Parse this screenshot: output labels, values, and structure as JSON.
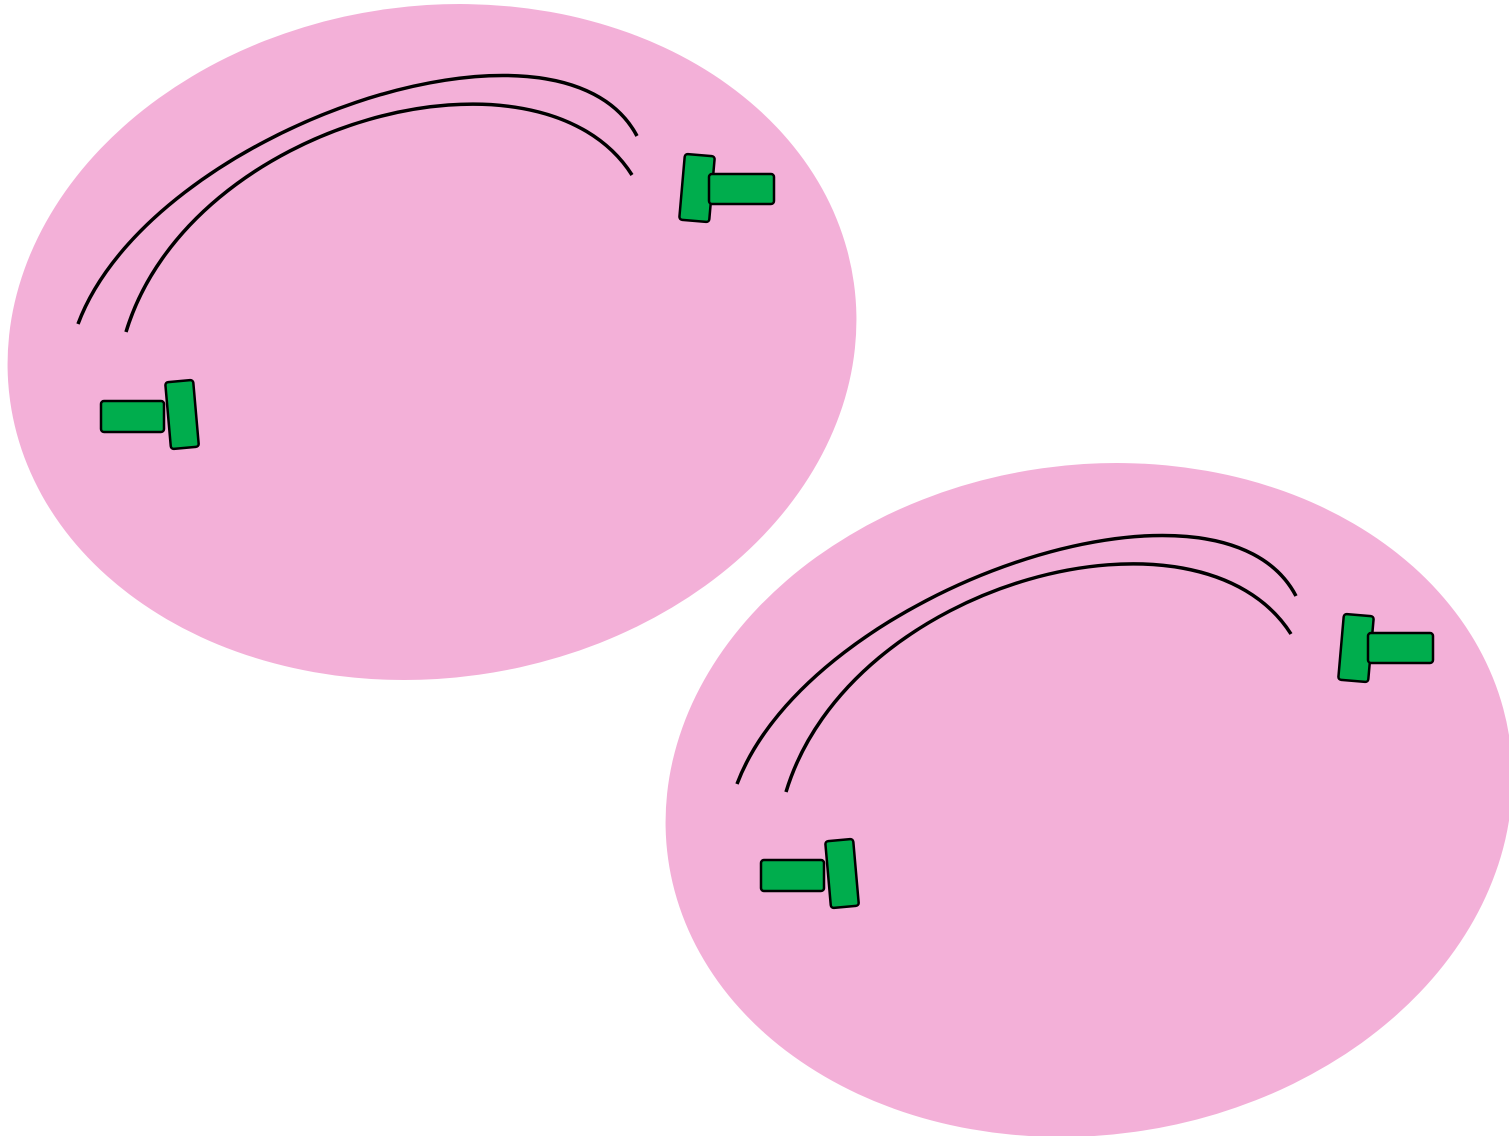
{
  "colors": {
    "background": "#ffffff",
    "cell_fill": "#f3b0d8",
    "clip_fill": "#00ad4d",
    "outline": "#000000"
  },
  "cells": [
    {
      "name": "cell-top-left",
      "parts": [
        "outer-arc",
        "inner-arc",
        "clip-upper-right",
        "clip-lower-left"
      ]
    },
    {
      "name": "cell-bottom-right",
      "parts": [
        "outer-arc",
        "inner-arc",
        "clip-upper-right",
        "clip-lower-left"
      ]
    }
  ]
}
